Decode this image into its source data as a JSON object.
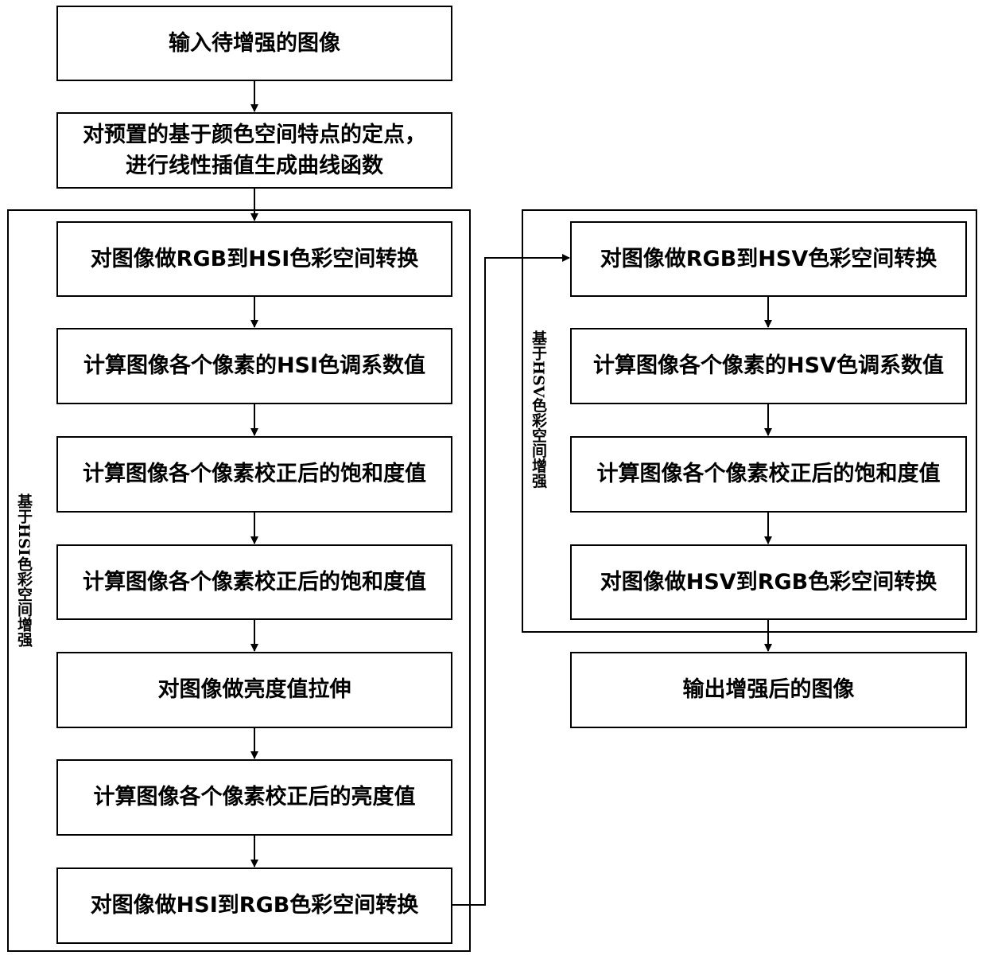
{
  "steps": {
    "input": "输入待增强的图像",
    "interp_line1": "对预置的基于颜色空间特点的定点，",
    "interp_line2": "进行线性插值生成曲线函数",
    "hsi_convert": "对图像做RGB到HSI色彩空间转换",
    "hsi_hue": "计算图像各个像素的HSI色调系数值",
    "hsi_sat1": "计算图像各个像素校正后的饱和度值",
    "hsi_sat2": "计算图像各个像素校正后的饱和度值",
    "hsi_stretch": "对图像做亮度值拉伸",
    "hsi_bright": "计算图像各个像素校正后的亮度值",
    "hsi_back": "对图像做HSI到RGB色彩空间转换",
    "hsv_convert": "对图像做RGB到HSV色彩空间转换",
    "hsv_hue": "计算图像各个像素的HSV色调系数值",
    "hsv_sat": "计算图像各个像素校正后的饱和度值",
    "hsv_back": "对图像做HSV到RGB色彩空间转换",
    "output": "输出增强后的图像"
  },
  "groups": {
    "hsi_label": "基于HSI色彩空间增强",
    "hsv_label": "基于HSV色彩空间增强"
  }
}
